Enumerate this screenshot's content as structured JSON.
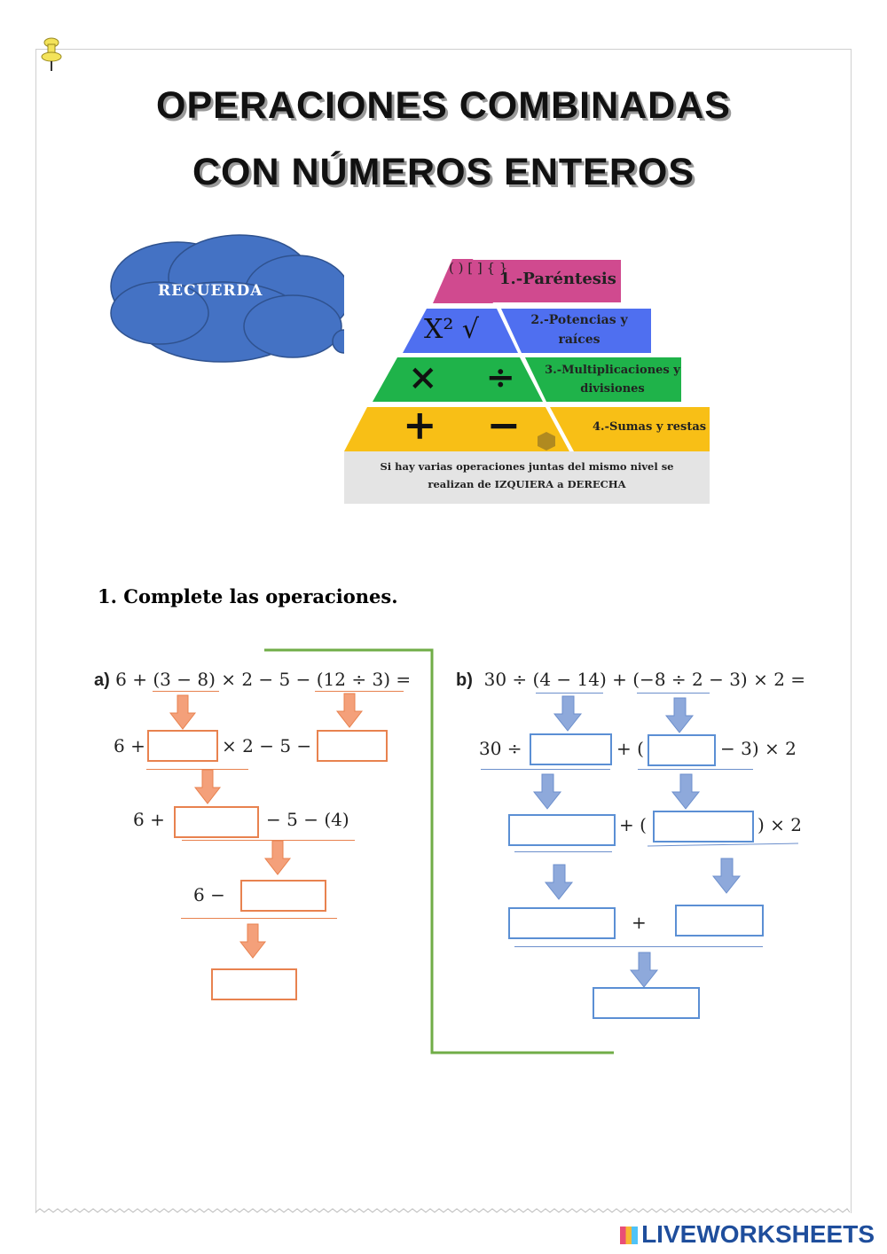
{
  "title": {
    "line1": "OPERACIONES COMBINADAS",
    "line2": "CON NÚMEROS ENTEROS"
  },
  "reminder": {
    "cloud_label": "RECUERDA",
    "levels": [
      {
        "symbols": "( ) [ ] { }",
        "label": "1.-Paréntesis",
        "color": "#d04a8f"
      },
      {
        "symbols": "X² √",
        "label1": "2.-Potencias y",
        "label2": "raíces",
        "color": "#4f6ff0"
      },
      {
        "symbols": "× ÷",
        "label1": "3.-Multiplicaciones y",
        "label2": "divisiones",
        "color": "#1fb34a"
      },
      {
        "symbols": "+ −",
        "label": "4.-Sumas y restas",
        "color": "#f8bf16"
      }
    ],
    "note1": "Si hay varias operaciones juntas del mismo nivel se",
    "note2": "realizan de IZQUIERA a DERECHA"
  },
  "exercise": {
    "heading": "1. Complete las operaciones.",
    "a": {
      "label": "a)",
      "expression": "6 + (3 − 8) × 2 − 5 − (12 ÷ 3) =",
      "step1_pre": "6 +",
      "step1_mid": "× 2 − 5 −",
      "step2_pre": "6 +",
      "step2_post": "− 5 − (4)",
      "step3_pre": "6 −"
    },
    "b": {
      "label": "b)",
      "expression": "30 ÷ (4 − 14) + (−8 ÷ 2 − 3) × 2 =",
      "step1_pre": "30 ÷",
      "step1_mid": "+ (",
      "step1_post": "− 3) × 2",
      "step2_mid": "+ (",
      "step2_post": ") × 2",
      "step3_mid": "+"
    }
  },
  "footer": {
    "brand": "LIVEWORKSHEETS"
  }
}
